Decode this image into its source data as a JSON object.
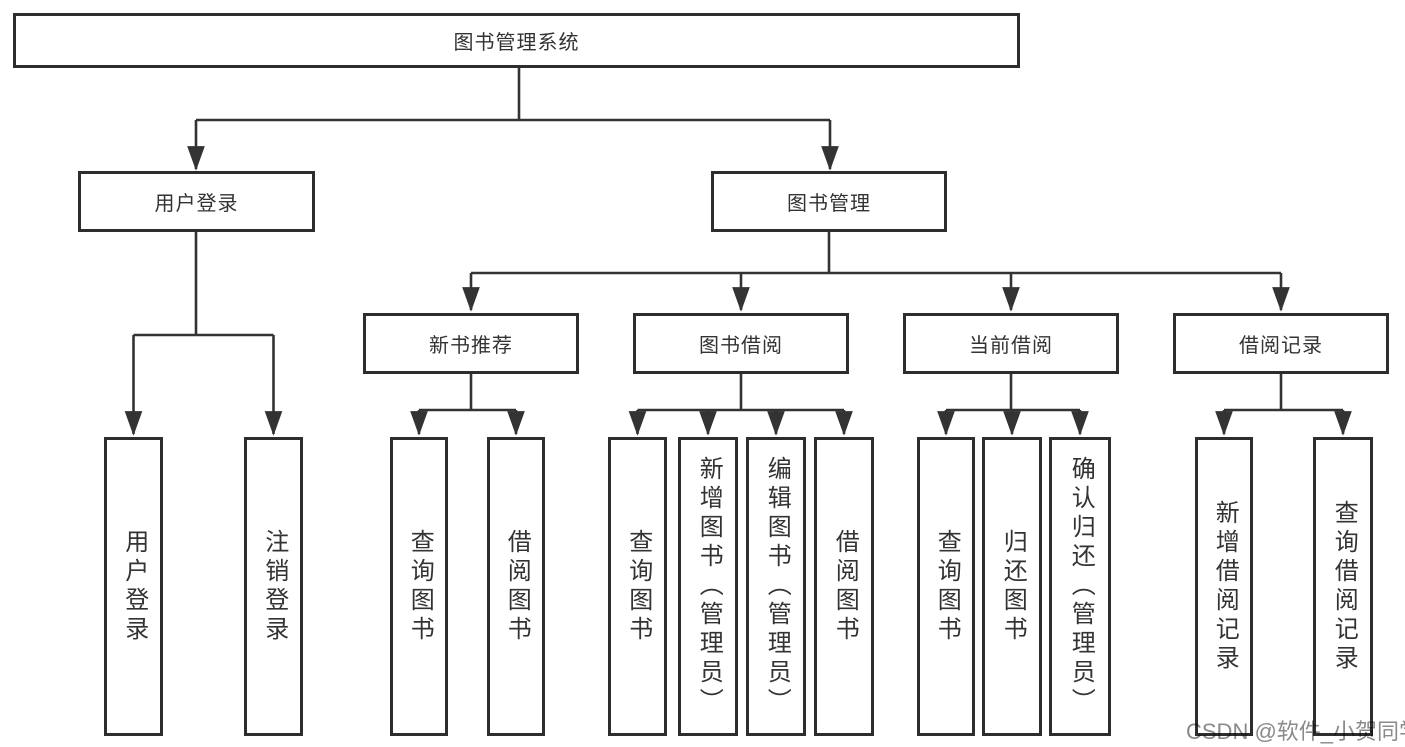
{
  "tree": {
    "label": "图书管理系统",
    "children": [
      {
        "label": "用户登录",
        "children": [
          {
            "label": "用户登录"
          },
          {
            "label": "注销登录"
          }
        ]
      },
      {
        "label": "图书管理",
        "children": [
          {
            "label": "新书推荐",
            "children": [
              {
                "label": "查询图书"
              },
              {
                "label": "借阅图书"
              }
            ]
          },
          {
            "label": "图书借阅",
            "children": [
              {
                "label": "查询图书"
              },
              {
                "label": "新增图书（管理员）"
              },
              {
                "label": "编辑图书（管理员）"
              },
              {
                "label": "借阅图书"
              }
            ]
          },
          {
            "label": "当前借阅",
            "children": [
              {
                "label": "查询图书"
              },
              {
                "label": "归还图书"
              },
              {
                "label": "确认归还（管理员）"
              }
            ]
          },
          {
            "label": "借阅记录",
            "children": [
              {
                "label": "新增借阅记录"
              },
              {
                "label": "查询借阅记录"
              }
            ]
          }
        ]
      }
    ]
  },
  "watermark": {
    "text": "CSDN @软件_小贺同学"
  },
  "colors": {
    "line": "#333333",
    "box_border": "#2d2d2d",
    "text": "#333333",
    "watermark": "#8a8a8a",
    "background": "#ffffff"
  }
}
